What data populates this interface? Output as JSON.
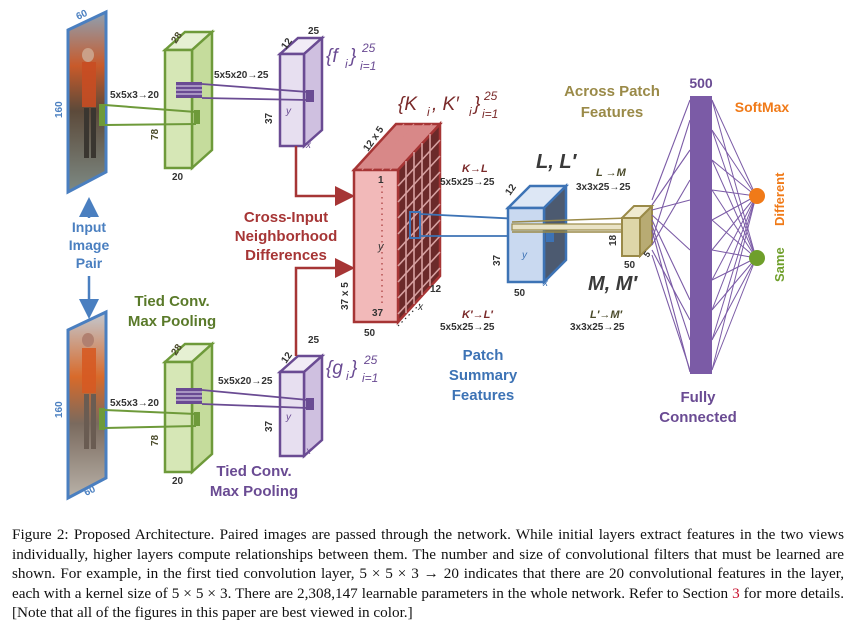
{
  "colors": {
    "blue": "#4a7fc0",
    "green": "#6e9a3a",
    "green_fill": "#d6e7b6",
    "purple": "#6a4b93",
    "purple_fill": "#e7dff0",
    "red": "#a63535",
    "red_fill": "#f2b9b9",
    "teal_blue": "#3d73b5",
    "olive": "#9a8a48",
    "olive_fill": "#ded6a8",
    "fc_purple": "#7b5ba6",
    "orange": "#f07a18",
    "same_green": "#6f9f2b"
  },
  "labels": {
    "input_pair_1": "Input",
    "input_pair_2": "Image",
    "input_pair_3": "Pair",
    "tied_conv_top_1": "Tied Conv.",
    "tied_conv_top_2": "Max Pooling",
    "tied_conv_bot_1": "Tied Conv.",
    "tied_conv_bot_2": "Max Pooling",
    "cross_input_1": "Cross-Input",
    "cross_input_2": "Neighborhood",
    "cross_input_3": "Differences",
    "patch_summary_1": "Patch",
    "patch_summary_2": "Summary",
    "patch_summary_3": "Features",
    "across_patch_1": "Across Patch",
    "across_patch_2": "Features",
    "fully_connected_1": "Fully",
    "fully_connected_2": "Connected",
    "softmax": "SoftMax",
    "different": "Different",
    "same": "Same",
    "fc_units": "500"
  },
  "dims": {
    "img_top_w": "60",
    "img_top_h": "160",
    "img_bot_w": "60",
    "img_bot_h": "160",
    "conv1_top_c": "28",
    "conv1_top_h": "78",
    "conv1_top_d": "20",
    "conv1_bot_c": "28",
    "conv1_bot_h": "78",
    "conv1_bot_d": "20",
    "f_top": "25",
    "f_side": "12",
    "f_h": "37",
    "g_top": "25",
    "g_side": "12",
    "g_h": "37",
    "k_top": "12 x 5",
    "k_side": "37 x 5",
    "k_bottom": "50",
    "k_depth": "12",
    "k_row1": "1",
    "k_row37": "37",
    "l_side": "12",
    "l_h": "37",
    "l_w": "50",
    "m_side": "5",
    "m_h": "18",
    "m_w": "50",
    "x": "x",
    "y": "y"
  },
  "ops": {
    "conv_top_in": "5x5x3→20",
    "conv_top_out": "5x5x20→25",
    "conv_bot_in": "5x5x3→20",
    "conv_bot_out": "5x5x20→25",
    "kl": "K→L",
    "kl_spec": "5x5x25→25",
    "kpl": "K′→L′",
    "kpl_spec": "5x5x25→25",
    "lm": "L →M",
    "lm_spec": "3x3x25→25",
    "lpm": "L′→M′",
    "lpm_spec": "3x3x25→25"
  },
  "math": {
    "f_set": "{f",
    "f_sub": "i",
    "f_close": "}",
    "f_sup": "25",
    "f_low": "i=1",
    "g_set": "{g",
    "g_sub": "i",
    "g_close": "}",
    "g_sup": "25",
    "g_low": "i=1",
    "k_set": "{K",
    "k_sub": "i",
    "k_mid": ", K′",
    "k_sub2": "i",
    "k_close": "}",
    "k_sup": "25",
    "k_low": "i=1",
    "l_set": "L, L′",
    "m_set": "M, M′"
  },
  "caption": {
    "p1": "Figure 2: Proposed Architecture. Paired images are passed through the network. While initial layers extract features in the two views individually, higher layers compute relationships between them. The number and size of convolutional filters that must be learned are shown. For example, in the first tied convolution layer, 5 × 5 × 3 → 20 indicates that there are 20 convolutional features in the layer, each with a kernel size of 5 × 5 × 3. There are 2,308,147 learnable parameters in the whole network. Refer to Section ",
    "ref": "3",
    "p2": " for more details. [Note that all of the figures in this paper are best viewed in color.]"
  }
}
